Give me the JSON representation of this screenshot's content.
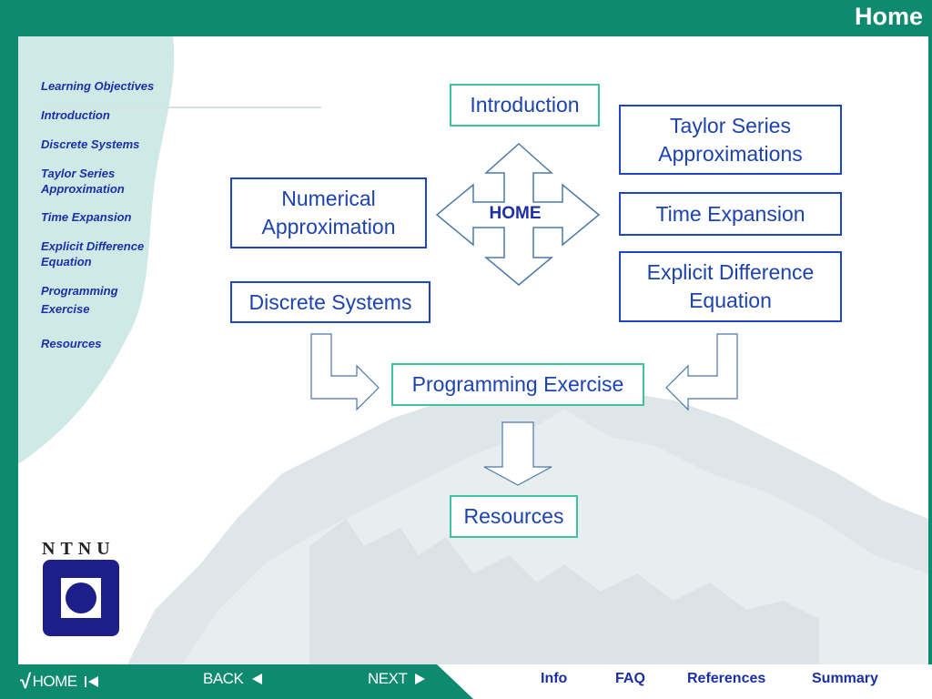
{
  "header": {
    "title": "Home"
  },
  "sidebar": {
    "items": [
      {
        "label": "Learning Objectives"
      },
      {
        "label": "Introduction"
      },
      {
        "label": "Discrete Systems"
      },
      {
        "label": "Taylor Series Approximation"
      },
      {
        "label": "Time Expansion"
      },
      {
        "label": "Explicit Difference Equation"
      },
      {
        "label": "Programming Exercise"
      },
      {
        "label": "Resources"
      }
    ]
  },
  "diagram": {
    "introduction": "Introduction",
    "taylor": "Taylor Series Approximations",
    "numerical": "Numerical Approximation",
    "time_expansion": "Time Expansion",
    "discrete": "Discrete Systems",
    "explicit": "Explicit Difference Equation",
    "programming": "Programming Exercise",
    "resources": "Resources",
    "home": "HOME"
  },
  "logo": {
    "text": "NTNU"
  },
  "footer_nav": {
    "home": "HOME",
    "back": "BACK",
    "next": "NEXT"
  },
  "footer_links": {
    "info": "Info",
    "faq": "FAQ",
    "references": "References",
    "summary": "Summary"
  },
  "colors": {
    "frame_green": "#0e8a6e",
    "link_blue": "#1a2fa8",
    "box_blue": "#1f45c9",
    "box_teal": "#3ec2a0"
  }
}
